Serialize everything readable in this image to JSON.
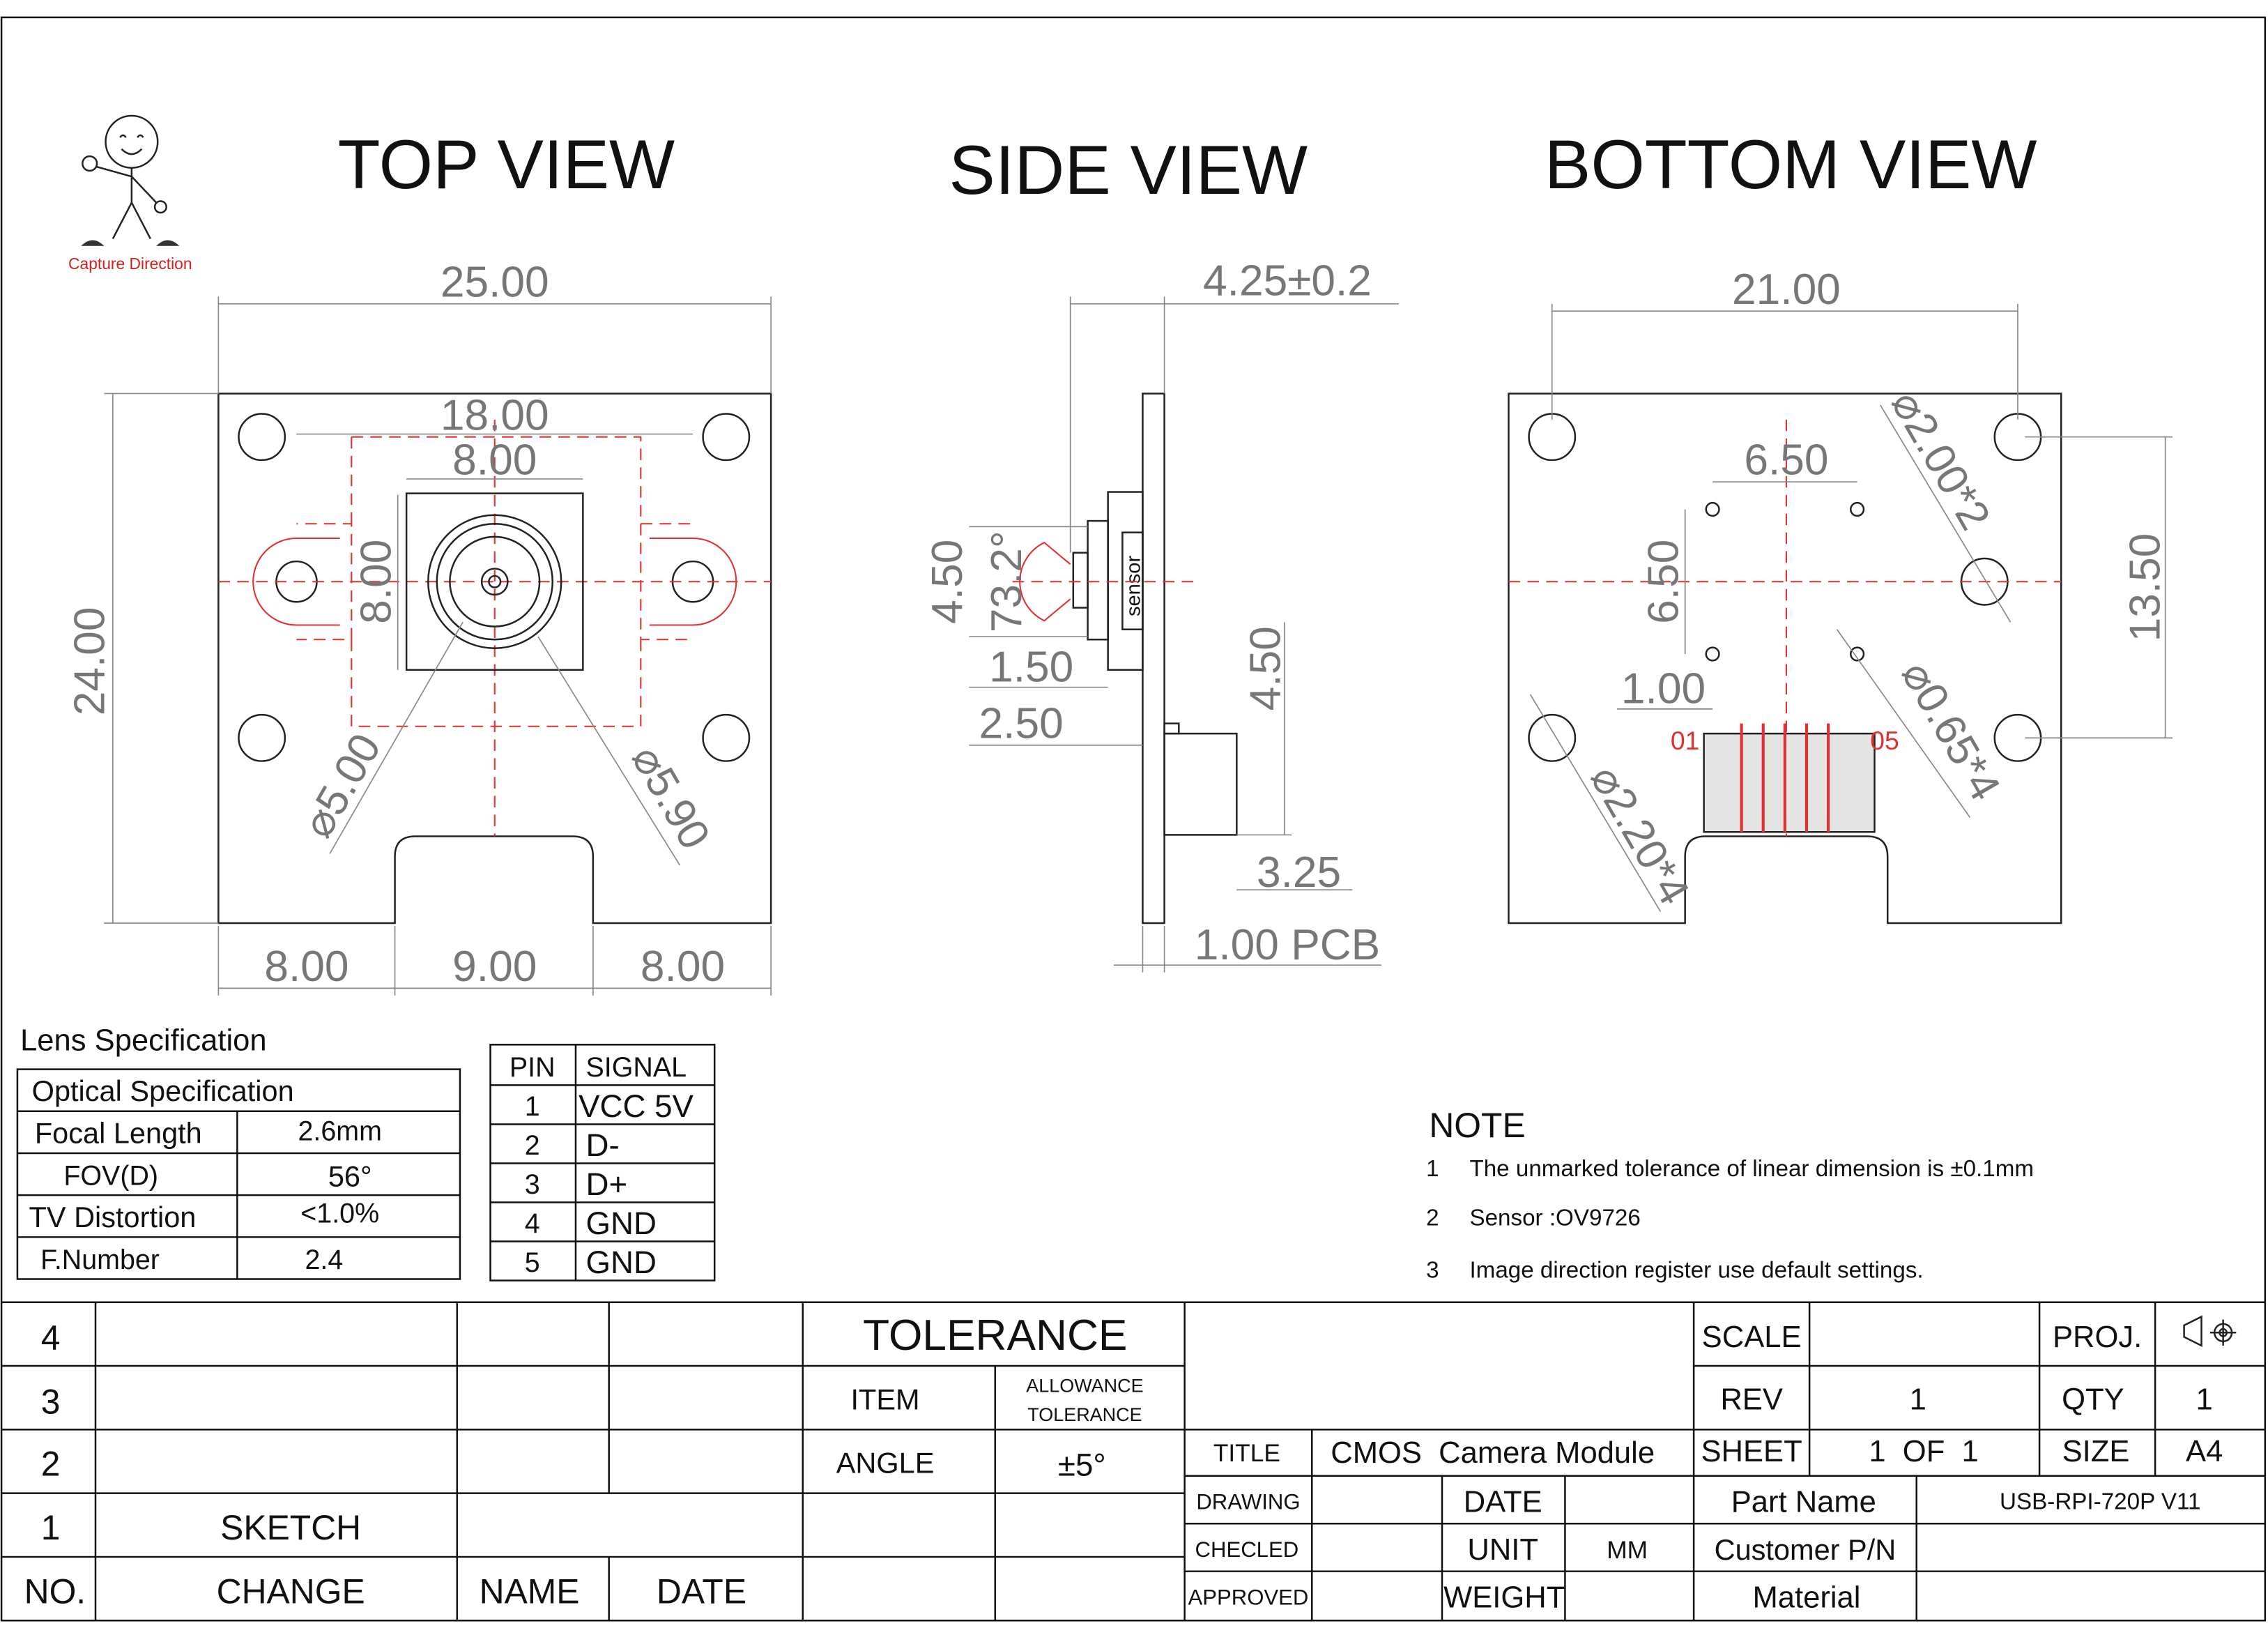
{
  "logo": {
    "caption": "Capture Direction"
  },
  "views": {
    "top": {
      "title": "TOP VIEW",
      "dims": [
        "25.00",
        "18.00",
        "8.00",
        "24.00",
        "8.00",
        "⌀5.00",
        "⌀5.90",
        "8.00",
        "9.00",
        "8.00"
      ]
    },
    "side": {
      "title": "SIDE VIEW",
      "dims": [
        "4.25±0.2",
        "4.50",
        "73.2°",
        "1.50",
        "2.50",
        "4.50",
        "3.25",
        "1.00 PCB"
      ],
      "sensor_label": "sensor"
    },
    "bottom": {
      "title": "BOTTOM VIEW",
      "dims": [
        "21.00",
        "6.50",
        "6.50",
        "13.50",
        "1.00",
        "⌀2.00*2",
        "⌀0.65*4",
        "⌀2.20*4"
      ],
      "pin_first": "01",
      "pin_last": "05"
    }
  },
  "lens_spec": {
    "title": "Lens Specification",
    "header": "Optical Specification",
    "rows": [
      {
        "label": "Focal Length",
        "value": "2.6mm"
      },
      {
        "label": "FOV(D)",
        "value": "56°"
      },
      {
        "label": "TV Distortion",
        "value": "<1.0%"
      },
      {
        "label": "F.Number",
        "value": "2.4"
      }
    ]
  },
  "pin_table": {
    "headers": [
      "PIN",
      "SIGNAL"
    ],
    "rows": [
      {
        "pin": "1",
        "signal": "VCC 5V"
      },
      {
        "pin": "2",
        "signal": "D-"
      },
      {
        "pin": "3",
        "signal": "D+"
      },
      {
        "pin": "4",
        "signal": "GND"
      },
      {
        "pin": "5",
        "signal": "GND"
      }
    ]
  },
  "note": {
    "title": "NOTE",
    "items": [
      {
        "num": "1",
        "text": "The unmarked tolerance of linear dimension is ±0.1mm"
      },
      {
        "num": "2",
        "text": "Sensor :OV9726"
      },
      {
        "num": "3",
        "text": "Image direction register use default settings."
      }
    ]
  },
  "revision_block": {
    "row_numbers": [
      "4",
      "3",
      "2",
      "1"
    ],
    "sketch": "SKETCH",
    "headers": [
      "NO.",
      "CHANGE",
      "NAME",
      "DATE"
    ]
  },
  "tolerance": {
    "title": "TOLERANCE",
    "item_label": "ITEM",
    "allowance_label_1": "ALLOWANCE",
    "allowance_label_2": "TOLERANCE",
    "angle_label": "ANGLE",
    "angle_value": "±5°"
  },
  "title_block": {
    "scale_label": "SCALE",
    "scale_value": "",
    "proj_label": "PROJ.",
    "rev_label": "REV",
    "rev_value": "1",
    "qty_label": "QTY",
    "qty_value": "1",
    "title_label": "TITLE",
    "title_value": "CMOS  Camera Module",
    "sheet_label": "SHEET",
    "sheet_value": "1  OF  1",
    "size_label": "SIZE",
    "size_value": "A4",
    "drawing_label": "DRAWING",
    "date_label": "DATE",
    "part_name_label": "Part Name",
    "part_name_value": "USB-RPI-720P V11",
    "checked_label": "CHECLED",
    "unit_label": "UNIT",
    "unit_value": "MM",
    "customer_pn_label": "Customer P/N",
    "approved_label": "APPROVED",
    "weight_label": "WEIGHT",
    "material_label": "Material"
  }
}
